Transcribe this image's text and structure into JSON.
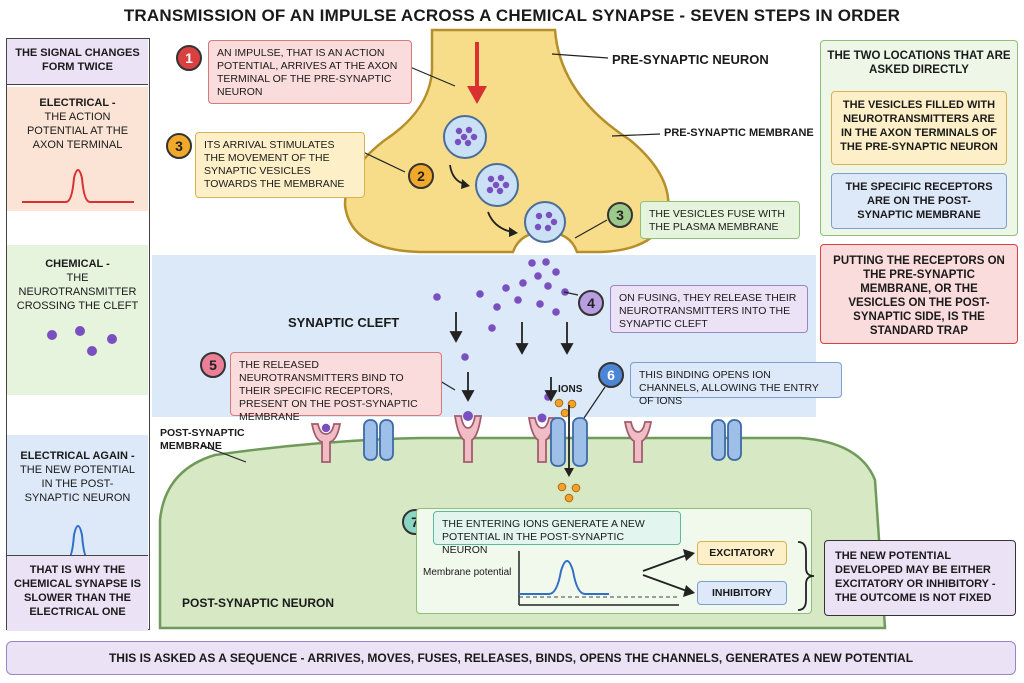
{
  "title": "TRANSMISSION OF AN IMPULSE ACROSS A CHEMICAL SYNAPSE - SEVEN STEPS IN ORDER",
  "left_panel": {
    "heading": "THE SIGNAL CHANGES FORM TWICE",
    "electrical_title": "ELECTRICAL -",
    "electrical_text": "THE ACTION POTENTIAL AT THE AXON TERMINAL",
    "chemical_title": "CHEMICAL -",
    "chemical_text": "THE NEUROTRANSMITTER CROSSING THE CLEFT",
    "electrical_again_title": "ELECTRICAL AGAIN -",
    "electrical_again_text": "THE NEW POTENTIAL IN THE POST-SYNAPTIC NEURON",
    "footer": "THAT IS WHY THE CHEMICAL SYNAPSE IS SLOWER THAN THE ELECTRICAL ONE"
  },
  "labels": {
    "pre_neuron": "PRE-SYNAPTIC NEURON",
    "pre_membrane": "PRE-SYNAPTIC MEMBRANE",
    "cleft": "SYNAPTIC CLEFT",
    "ions": "IONS",
    "post_membrane": "POST-SYNAPTIC MEMBRANE",
    "post_neuron": "POST-SYNAPTIC NEURON"
  },
  "steps": [
    {
      "number": "1",
      "text": "AN IMPULSE, THAT IS AN ACTION POTENTIAL, ARRIVES AT THE AXON TERMINAL OF THE PRE-SYNAPTIC NEURON"
    },
    {
      "number": "2",
      "text": ""
    },
    {
      "number": "3",
      "text": "ITS ARRIVAL STIMULATES THE MOVEMENT OF THE SYNAPTIC VESICLES TOWARDS THE MEMBRANE"
    },
    {
      "number": "3",
      "text": "THE VESICLES FUSE WITH THE PLASMA MEMBRANE"
    },
    {
      "number": "4",
      "text": "ON FUSING, THEY RELEASE THEIR NEUROTRANSMITTERS INTO THE SYNAPTIC CLEFT"
    },
    {
      "number": "5",
      "text": "THE RELEASED NEUROTRANSMITTERS BIND TO THEIR SPECIFIC RECEPTORS, PRESENT ON THE POST-SYNAPTIC MEMBRANE"
    },
    {
      "number": "6",
      "text": "THIS BINDING OPENS ION CHANNELS, ALLOWING THE ENTRY OF IONS"
    },
    {
      "number": "7",
      "text": "THE ENTERING IONS GENERATE A NEW POTENTIAL IN THE POST-SYNAPTIC NEURON"
    }
  ],
  "step7_graph": {
    "ylabel": "Membrane potential",
    "excitatory": "EXCITATORY",
    "inhibitory": "INHIBITORY"
  },
  "outcome_box": "THE NEW POTENTIAL DEVELOPED MAY BE EITHER EXCITATORY OR INHIBITORY - THE OUTCOME IS NOT FIXED",
  "right_panel": {
    "heading": "THE TWO LOCATIONS THAT ARE ASKED DIRECTLY",
    "vesicles": "THE VESICLES FILLED WITH NEUROTRANSMITTERS ARE IN THE AXON TERMINALS OF THE PRE-SYNAPTIC NEURON",
    "receptors": "THE SPECIFIC RECEPTORS ARE ON THE POST-SYNAPTIC MEMBRANE"
  },
  "trap_box": {
    "text": "PUTTING THE RECEPTORS ON THE PRE-SYNAPTIC MEMBRANE, OR THE VESICLES ON THE POST-SYNAPTIC SIDE, IS THE",
    "emphasis": "STANDARD TRAP"
  },
  "footer_bar": "THIS IS ASKED AS A SEQUENCE - ARRIVES, MOVES, FUSES, RELEASES, BINDS, OPENS THE CHANNELS, GENERATES A NEW POTENTIAL",
  "colors": {
    "pre_neuron": "#f7dd8a",
    "post_neuron": "#d7e8c4",
    "cleft": "#dbe9f8",
    "vesicle": "#c9e0f5",
    "neurotransmitter": "#7a4fc0",
    "ion": "#f2a12a",
    "receptor": "#f0bcc6",
    "channel": "#9dbfe8",
    "arrow_red": "#d93030"
  }
}
